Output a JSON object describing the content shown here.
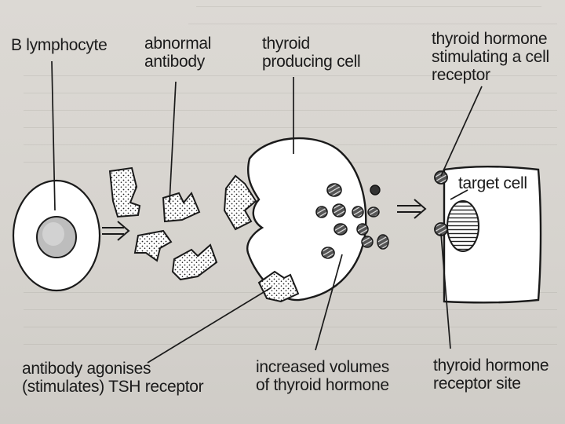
{
  "labels": {
    "b_lymphocyte": "B lymphocyte",
    "abnormal_antibody": "abnormal\nantibody",
    "thyroid_producing_cell": "thyroid\nproducing cell",
    "thyroid_hormone_stimulating": "thyroid hormone\nstimulating a cell\nreceptor",
    "target_cell": "target cell",
    "antibody_agonises": "antibody agonises\n(stimulates) TSH receptor",
    "increased_volumes": "increased volumes\nof thyroid hormone",
    "receptor_site": "thyroid hormone\nreceptor site"
  }
}
